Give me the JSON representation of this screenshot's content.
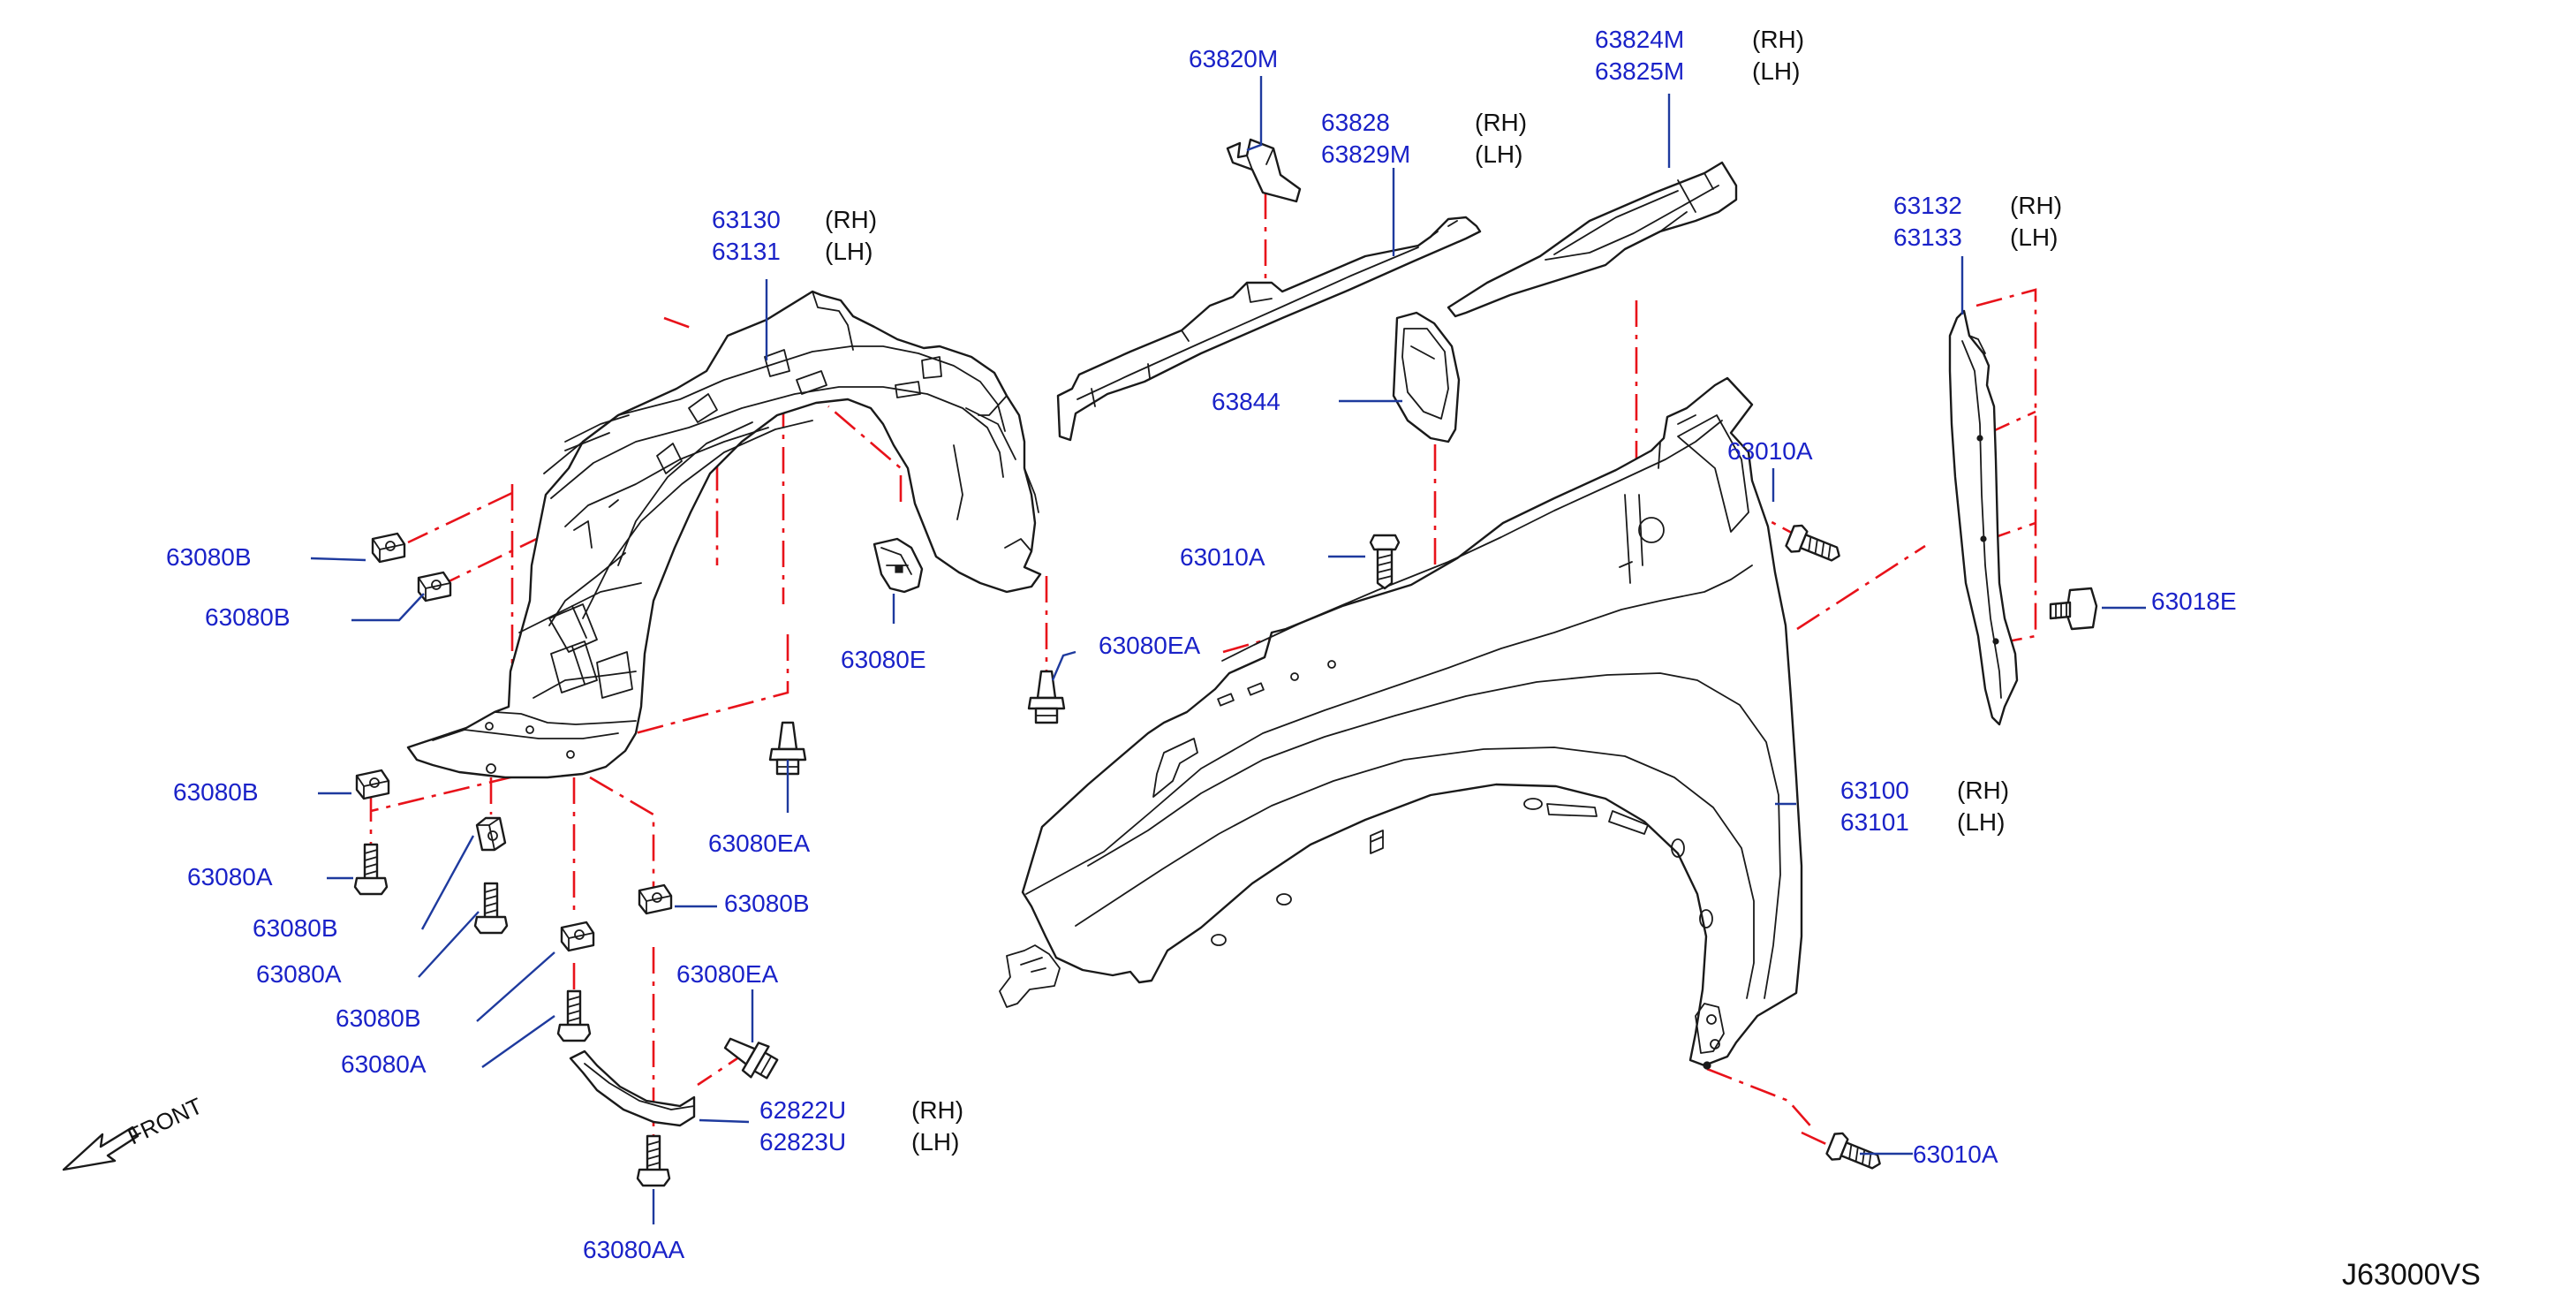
{
  "diagram_code": "J63000VS",
  "front_label": "FRONT",
  "colors": {
    "part_number": "#1a22c8",
    "leader": "#1e3a9e",
    "assembly_line": "#e8121a",
    "outline": "#1a1a1a"
  },
  "icons": {
    "front_arrow": "arrow-icon"
  },
  "labels": {
    "p63820M": "63820M",
    "p63828": "63828",
    "p63829M": "63829M",
    "p63828_side": "(RH)",
    "p63829M_side": "(LH)",
    "p63824M": "63824M",
    "p63825M": "63825M",
    "p63824M_side": "(RH)",
    "p63825M_side": "(LH)",
    "p63130": "63130",
    "p63131": "63131",
    "p63130_side": "(RH)",
    "p63131_side": "(LH)",
    "p63132": "63132",
    "p63133": "63133",
    "p63132_side": "(RH)",
    "p63133_side": "(LH)",
    "p63844": "63844",
    "p63010A_top": "63010A",
    "p63010A_left": "63010A",
    "p63010A_bottom": "63010A",
    "p63018E": "63018E",
    "p63080B_1": "63080B",
    "p63080B_2": "63080B",
    "p63080B_3": "63080B",
    "p63080B_4": "63080B",
    "p63080B_5": "63080B",
    "p63080B_6": "63080B",
    "p63080A_1": "63080A",
    "p63080A_2": "63080A",
    "p63080A_3": "63080A",
    "p63080E": "63080E",
    "p63080EA_1": "63080EA",
    "p63080EA_2": "63080EA",
    "p63080EA_3": "63080EA",
    "p63080AA": "63080AA",
    "p63100": "63100",
    "p63101": "63101",
    "p63100_side": "(RH)",
    "p63101_side": "(LH)",
    "p62822U": "62822U",
    "p62823U": "62823U",
    "p62822U_side": "(RH)",
    "p62823U_side": "(LH)"
  }
}
